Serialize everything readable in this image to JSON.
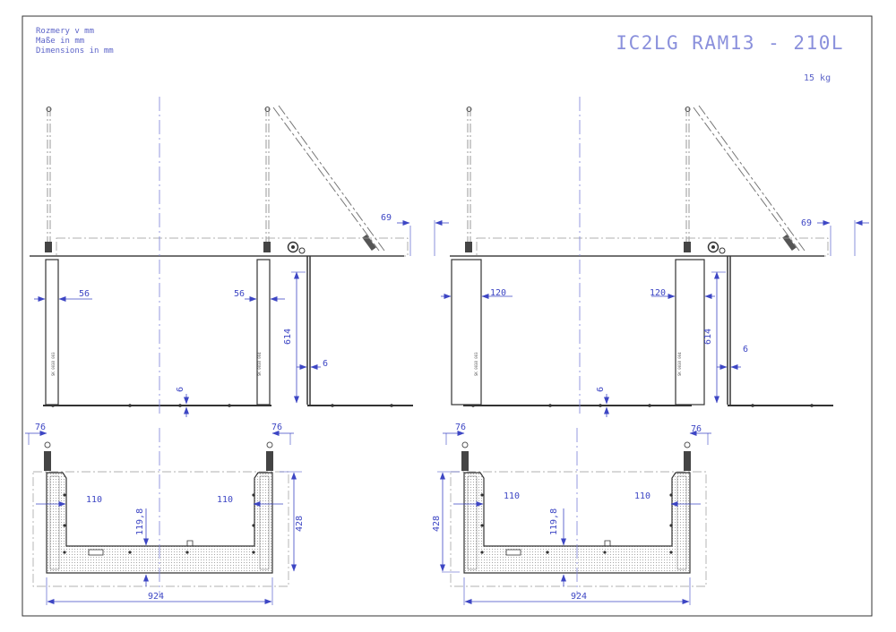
{
  "units_note": [
    "Rozmery v mm",
    "Maße in mm",
    "Dimensions in mm"
  ],
  "title": "IC2LG RAM13 - 210L",
  "weight": "15 kg",
  "dimensions": {
    "d56": "56",
    "d120": "120",
    "d69": "69",
    "d614": "614",
    "d6": "6",
    "d76": "76",
    "d110": "110",
    "d119_8": "119,8",
    "d428": "428",
    "d924": "924"
  },
  "colors": {
    "line": "#2b2b2b",
    "dimension": "#3d46c4",
    "centerline": "#6d73d6",
    "phantom": "#8a8a8a"
  }
}
